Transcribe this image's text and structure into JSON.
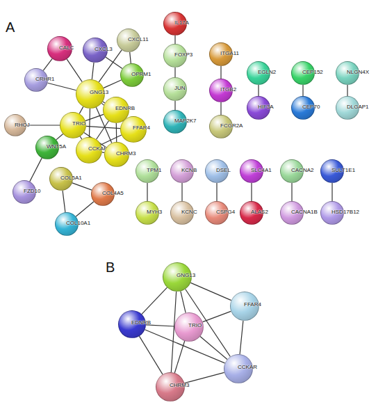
{
  "diagram": {
    "nodes": [
      {
        "text": [
          "CALC"
        ]
      },
      {
        "text": [
          "CXCL3"
        ]
      },
      {
        "text": [
          "CXCL11"
        ]
      },
      {
        "text": [
          "CRHR1"
        ]
      },
      {
        "text": [
          "GNG13"
        ]
      },
      {
        "text": [
          "OPRM1"
        ]
      },
      {
        "text": [
          "EDNRB"
        ]
      },
      {
        "text": [
          "TRIO"
        ]
      },
      {
        "text": [
          "FFAR4"
        ]
      },
      {
        "text": [
          "RHOJ"
        ]
      },
      {
        "text": [
          "WNT5A"
        ]
      },
      {
        "text": [
          "CCKAR"
        ]
      },
      {
        "text": [
          "CHRM3"
        ]
      },
      {
        "text": [
          "FZD10"
        ]
      },
      {
        "text": [
          "COL5A1"
        ]
      },
      {
        "text": [
          "COL4A5"
        ]
      },
      {
        "text": [
          "COL10A1"
        ]
      },
      {
        "text": [
          "IL17A"
        ]
      },
      {
        "text": [
          "FOXP3"
        ]
      },
      {
        "text": [
          "JUN"
        ]
      },
      {
        "text": [
          "MAP2K7"
        ]
      },
      {
        "text": [
          "ITGA11"
        ]
      },
      {
        "text": [
          "ITGB2"
        ]
      },
      {
        "text": [
          "FCGR2A"
        ]
      },
      {
        "text": [
          "EGLN2"
        ]
      },
      {
        "text": [
          "HIF3A"
        ]
      },
      {
        "text": [
          "CEP152"
        ]
      },
      {
        "text": [
          "CEP70"
        ]
      },
      {
        "text": [
          "NLGN4X"
        ]
      },
      {
        "text": [
          "DLGAP1"
        ]
      },
      {
        "text": [
          "TPM1"
        ]
      },
      {
        "text": [
          "MYH3"
        ]
      },
      {
        "text": [
          "KCNB"
        ]
      },
      {
        "text": [
          "KCNC"
        ]
      },
      {
        "text": [
          "DSEL"
        ]
      },
      {
        "text": [
          "CSPG4"
        ]
      },
      {
        "text": [
          "SLC4A1"
        ]
      },
      {
        "text": [
          "ALAS2"
        ]
      },
      {
        "text": [
          "CACNA2"
        ]
      },
      {
        "text": [
          "CACNA1B"
        ]
      },
      {
        "text": [
          "SULT1E1"
        ]
      },
      {
        "text": [
          "HSD17B12"
        ]
      },
      {
        "text": [
          "GNG13"
        ]
      },
      {
        "text": [
          "FFAR4"
        ]
      },
      {
        "text": [
          "EDNRB"
        ]
      },
      {
        "text": [
          "TRIO"
        ]
      },
      {
        "text": [
          "CCKAR"
        ]
      },
      {
        "text": [
          "CHRM3"
        ]
      }
    ],
    "edges": [
      {
        "from": 0,
        "to": 3,
        "arrow": "none"
      },
      {
        "from": 0,
        "to": 4,
        "arrow": "none"
      },
      {
        "from": 1,
        "to": 4,
        "arrow": "none"
      },
      {
        "from": 1,
        "to": 5,
        "arrow": "none"
      },
      {
        "from": 2,
        "to": 4,
        "arrow": "none"
      },
      {
        "from": 2,
        "to": 5,
        "arrow": "none"
      },
      {
        "from": 3,
        "to": 4,
        "arrow": "none"
      },
      {
        "from": 4,
        "to": 5,
        "arrow": "none"
      },
      {
        "from": 4,
        "to": 6,
        "arrow": "none"
      },
      {
        "from": 4,
        "to": 7,
        "arrow": "none"
      },
      {
        "from": 4,
        "to": 8,
        "arrow": "none"
      },
      {
        "from": 4,
        "to": 11,
        "arrow": "none"
      },
      {
        "from": 4,
        "to": 12,
        "arrow": "none"
      },
      {
        "from": 6,
        "to": 7,
        "arrow": "none"
      },
      {
        "from": 6,
        "to": 8,
        "arrow": "none"
      },
      {
        "from": 6,
        "to": 11,
        "arrow": "none"
      },
      {
        "from": 6,
        "to": 12,
        "arrow": "none"
      },
      {
        "from": 7,
        "to": 8,
        "arrow": "none"
      },
      {
        "from": 7,
        "to": 11,
        "arrow": "none"
      },
      {
        "from": 7,
        "to": 12,
        "arrow": "none"
      },
      {
        "from": 8,
        "to": 11,
        "arrow": "none"
      },
      {
        "from": 11,
        "to": 12,
        "arrow": "none"
      },
      {
        "from": 9,
        "to": 7,
        "arrow": "none"
      },
      {
        "from": 10,
        "to": 7,
        "arrow": "none"
      },
      {
        "from": 10,
        "to": 13,
        "arrow": "none"
      },
      {
        "from": 14,
        "to": 15,
        "arrow": "none"
      },
      {
        "from": 14,
        "to": 16,
        "arrow": "none"
      },
      {
        "from": 15,
        "to": 16,
        "arrow": "none"
      },
      {
        "from": 17,
        "to": 18,
        "arrow": "none"
      },
      {
        "from": 18,
        "to": 19,
        "arrow": "none"
      },
      {
        "from": 19,
        "to": 20,
        "arrow": "none"
      },
      {
        "from": 21,
        "to": 22,
        "arrow": "none"
      },
      {
        "from": 22,
        "to": 23,
        "arrow": "none"
      },
      {
        "from": 24,
        "to": 25,
        "arrow": "none"
      },
      {
        "from": 26,
        "to": 27,
        "arrow": "none"
      },
      {
        "from": 28,
        "to": 29,
        "arrow": "none"
      },
      {
        "from": 30,
        "to": 31,
        "arrow": "none"
      },
      {
        "from": 32,
        "to": 33,
        "arrow": "none"
      },
      {
        "from": 34,
        "to": 35,
        "arrow": "none"
      },
      {
        "from": 36,
        "to": 37,
        "arrow": "none"
      },
      {
        "from": 38,
        "to": 39,
        "arrow": "none"
      },
      {
        "from": 40,
        "to": 41,
        "arrow": "none"
      },
      {
        "from": 42,
        "to": 43,
        "arrow": "none"
      },
      {
        "from": 42,
        "to": 44,
        "arrow": "none"
      },
      {
        "from": 42,
        "to": 45,
        "arrow": "none"
      },
      {
        "from": 42,
        "to": 46,
        "arrow": "none"
      },
      {
        "from": 42,
        "to": 47,
        "arrow": "none"
      },
      {
        "from": 43,
        "to": 45,
        "arrow": "none"
      },
      {
        "from": 43,
        "to": 46,
        "arrow": "none"
      },
      {
        "from": 44,
        "to": 45,
        "arrow": "none"
      },
      {
        "from": 44,
        "to": 47,
        "arrow": "none"
      },
      {
        "from": 44,
        "to": 46,
        "arrow": "none"
      },
      {
        "from": 45,
        "to": 47,
        "arrow": "none"
      },
      {
        "from": 45,
        "to": 46,
        "arrow": "none"
      },
      {
        "from": 46,
        "to": 47,
        "arrow": "none"
      }
    ],
    "labels": [
      "A",
      "B"
    ]
  }
}
